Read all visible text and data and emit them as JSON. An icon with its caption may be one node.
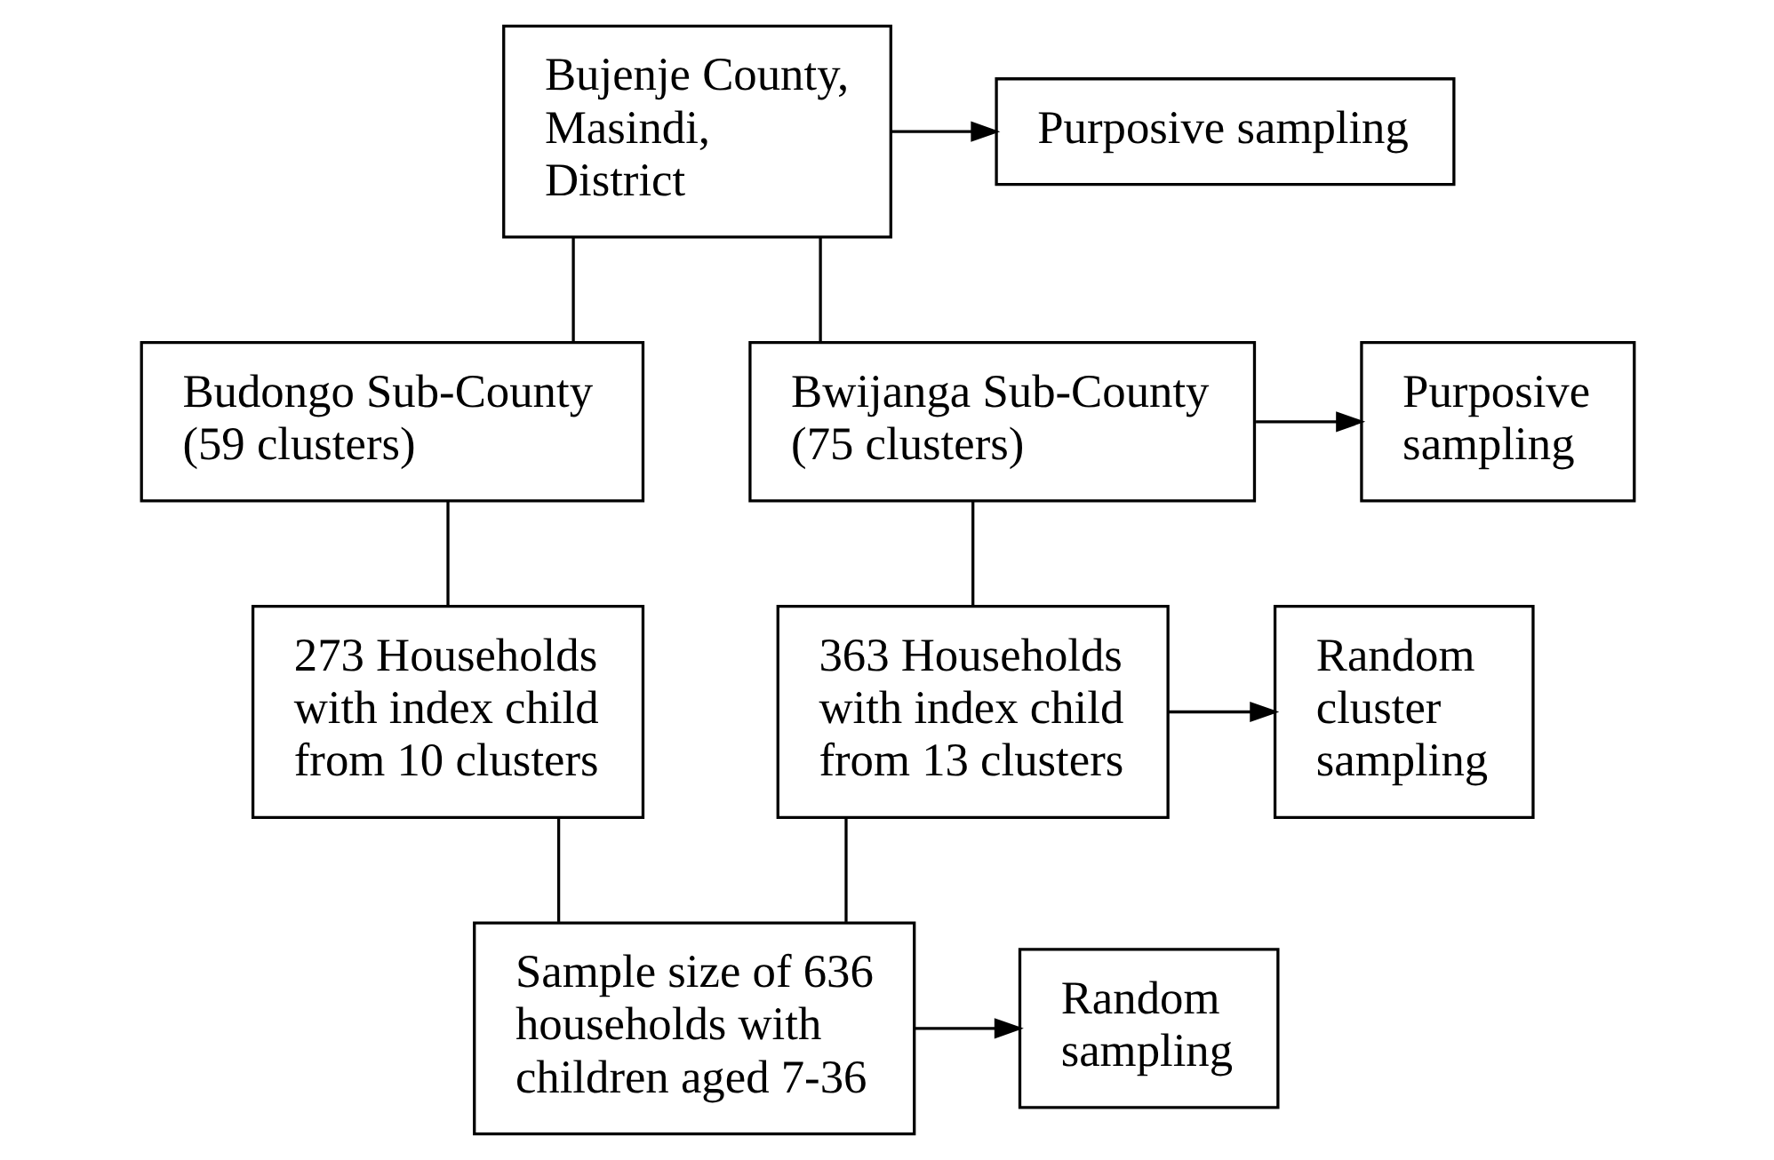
{
  "diagram": {
    "nodes": [
      {
        "text": [
          "Bujenje County, Masindi, District"
        ]
      },
      {
        "text": [
          "Purposive sampling"
        ]
      },
      {
        "text": [
          "Budongo Sub-County (59 clusters)"
        ]
      },
      {
        "text": [
          "Bwijanga Sub-County (75 clusters)"
        ]
      },
      {
        "text": [
          "Purposive sampling"
        ]
      },
      {
        "text": [
          "273 Households with index child from 10 clusters"
        ]
      },
      {
        "text": [
          "363 Households with index child from 13 clusters"
        ]
      },
      {
        "text": [
          "Random cluster sampling"
        ]
      },
      {
        "text": [
          "Sample size of 636 households with children aged 7-36"
        ]
      },
      {
        "text": [
          "Random sampling"
        ]
      }
    ],
    "edges": [
      {
        "from": 0,
        "to": 1,
        "arrow": "to"
      },
      {
        "from": 0,
        "to": 2,
        "arrow": "none"
      },
      {
        "from": 0,
        "to": 3,
        "arrow": "none"
      },
      {
        "from": 3,
        "to": 4,
        "arrow": "to"
      },
      {
        "from": 2,
        "to": 5,
        "arrow": "none"
      },
      {
        "from": 3,
        "to": 6,
        "arrow": "none"
      },
      {
        "from": 6,
        "to": 7,
        "arrow": "to"
      },
      {
        "from": 5,
        "to": 8,
        "arrow": "none"
      },
      {
        "from": 6,
        "to": 8,
        "arrow": "none"
      },
      {
        "from": 8,
        "to": 9,
        "arrow": "to"
      }
    ]
  }
}
